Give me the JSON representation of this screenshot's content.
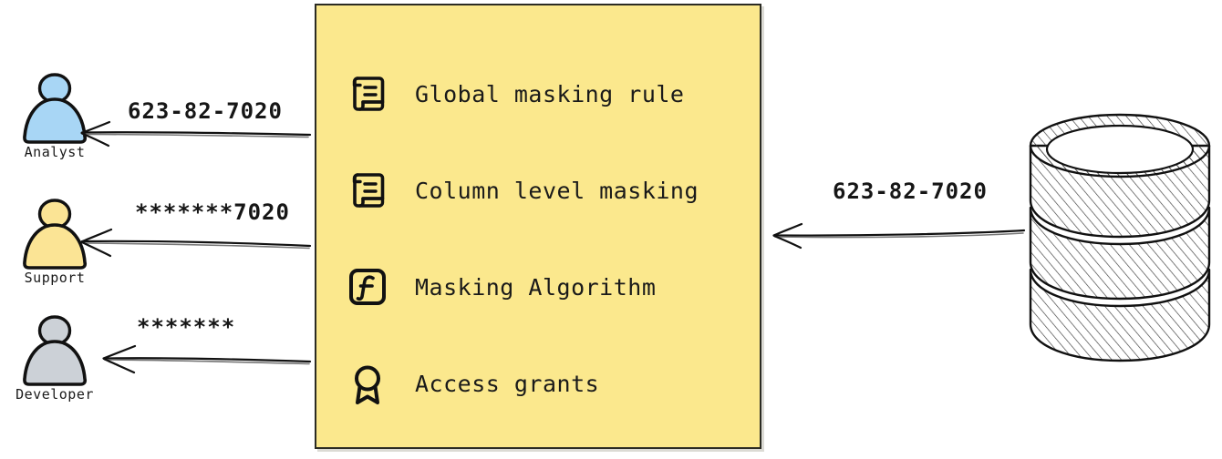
{
  "diagram": {
    "type": "data-masking-flow",
    "background_color": "#ffffff",
    "actors": [
      {
        "id": "analyst",
        "label": "Analyst",
        "icon": "person-icon",
        "color": "#a8d6f5",
        "received_value": "623-82-7020",
        "masking": "none"
      },
      {
        "id": "support",
        "label": "Support",
        "icon": "person-icon",
        "color": "#fbe495",
        "received_value": "*******7020",
        "masking": "partial"
      },
      {
        "id": "developer",
        "label": "Developer",
        "icon": "person-icon",
        "color": "#ccd1d7",
        "received_value": "*******",
        "masking": "full"
      }
    ],
    "policy_panel": {
      "fill_color": "#fbe88d",
      "border_color": "#2b2b23",
      "items": [
        {
          "label": "Global masking rule",
          "icon": "scroll-icon"
        },
        {
          "label": "Column level masking",
          "icon": "scroll-icon"
        },
        {
          "label": "Masking Algorithm",
          "icon": "function-box-icon"
        },
        {
          "label": "Access grants",
          "icon": "award-ribbon-icon"
        }
      ]
    },
    "source": {
      "id": "database",
      "icon": "database-cylinder-icon",
      "emitted_value": "623-82-7020"
    },
    "arrows": [
      {
        "id": "arrow-source",
        "direction": "right-to-left",
        "label": "623-82-7020"
      },
      {
        "id": "arrow-analyst",
        "direction": "right-to-left",
        "label": "623-82-7020"
      },
      {
        "id": "arrow-support",
        "direction": "right-to-left",
        "label": "*******7020"
      },
      {
        "id": "arrow-developer",
        "direction": "right-to-left",
        "label": "*******"
      }
    ]
  }
}
